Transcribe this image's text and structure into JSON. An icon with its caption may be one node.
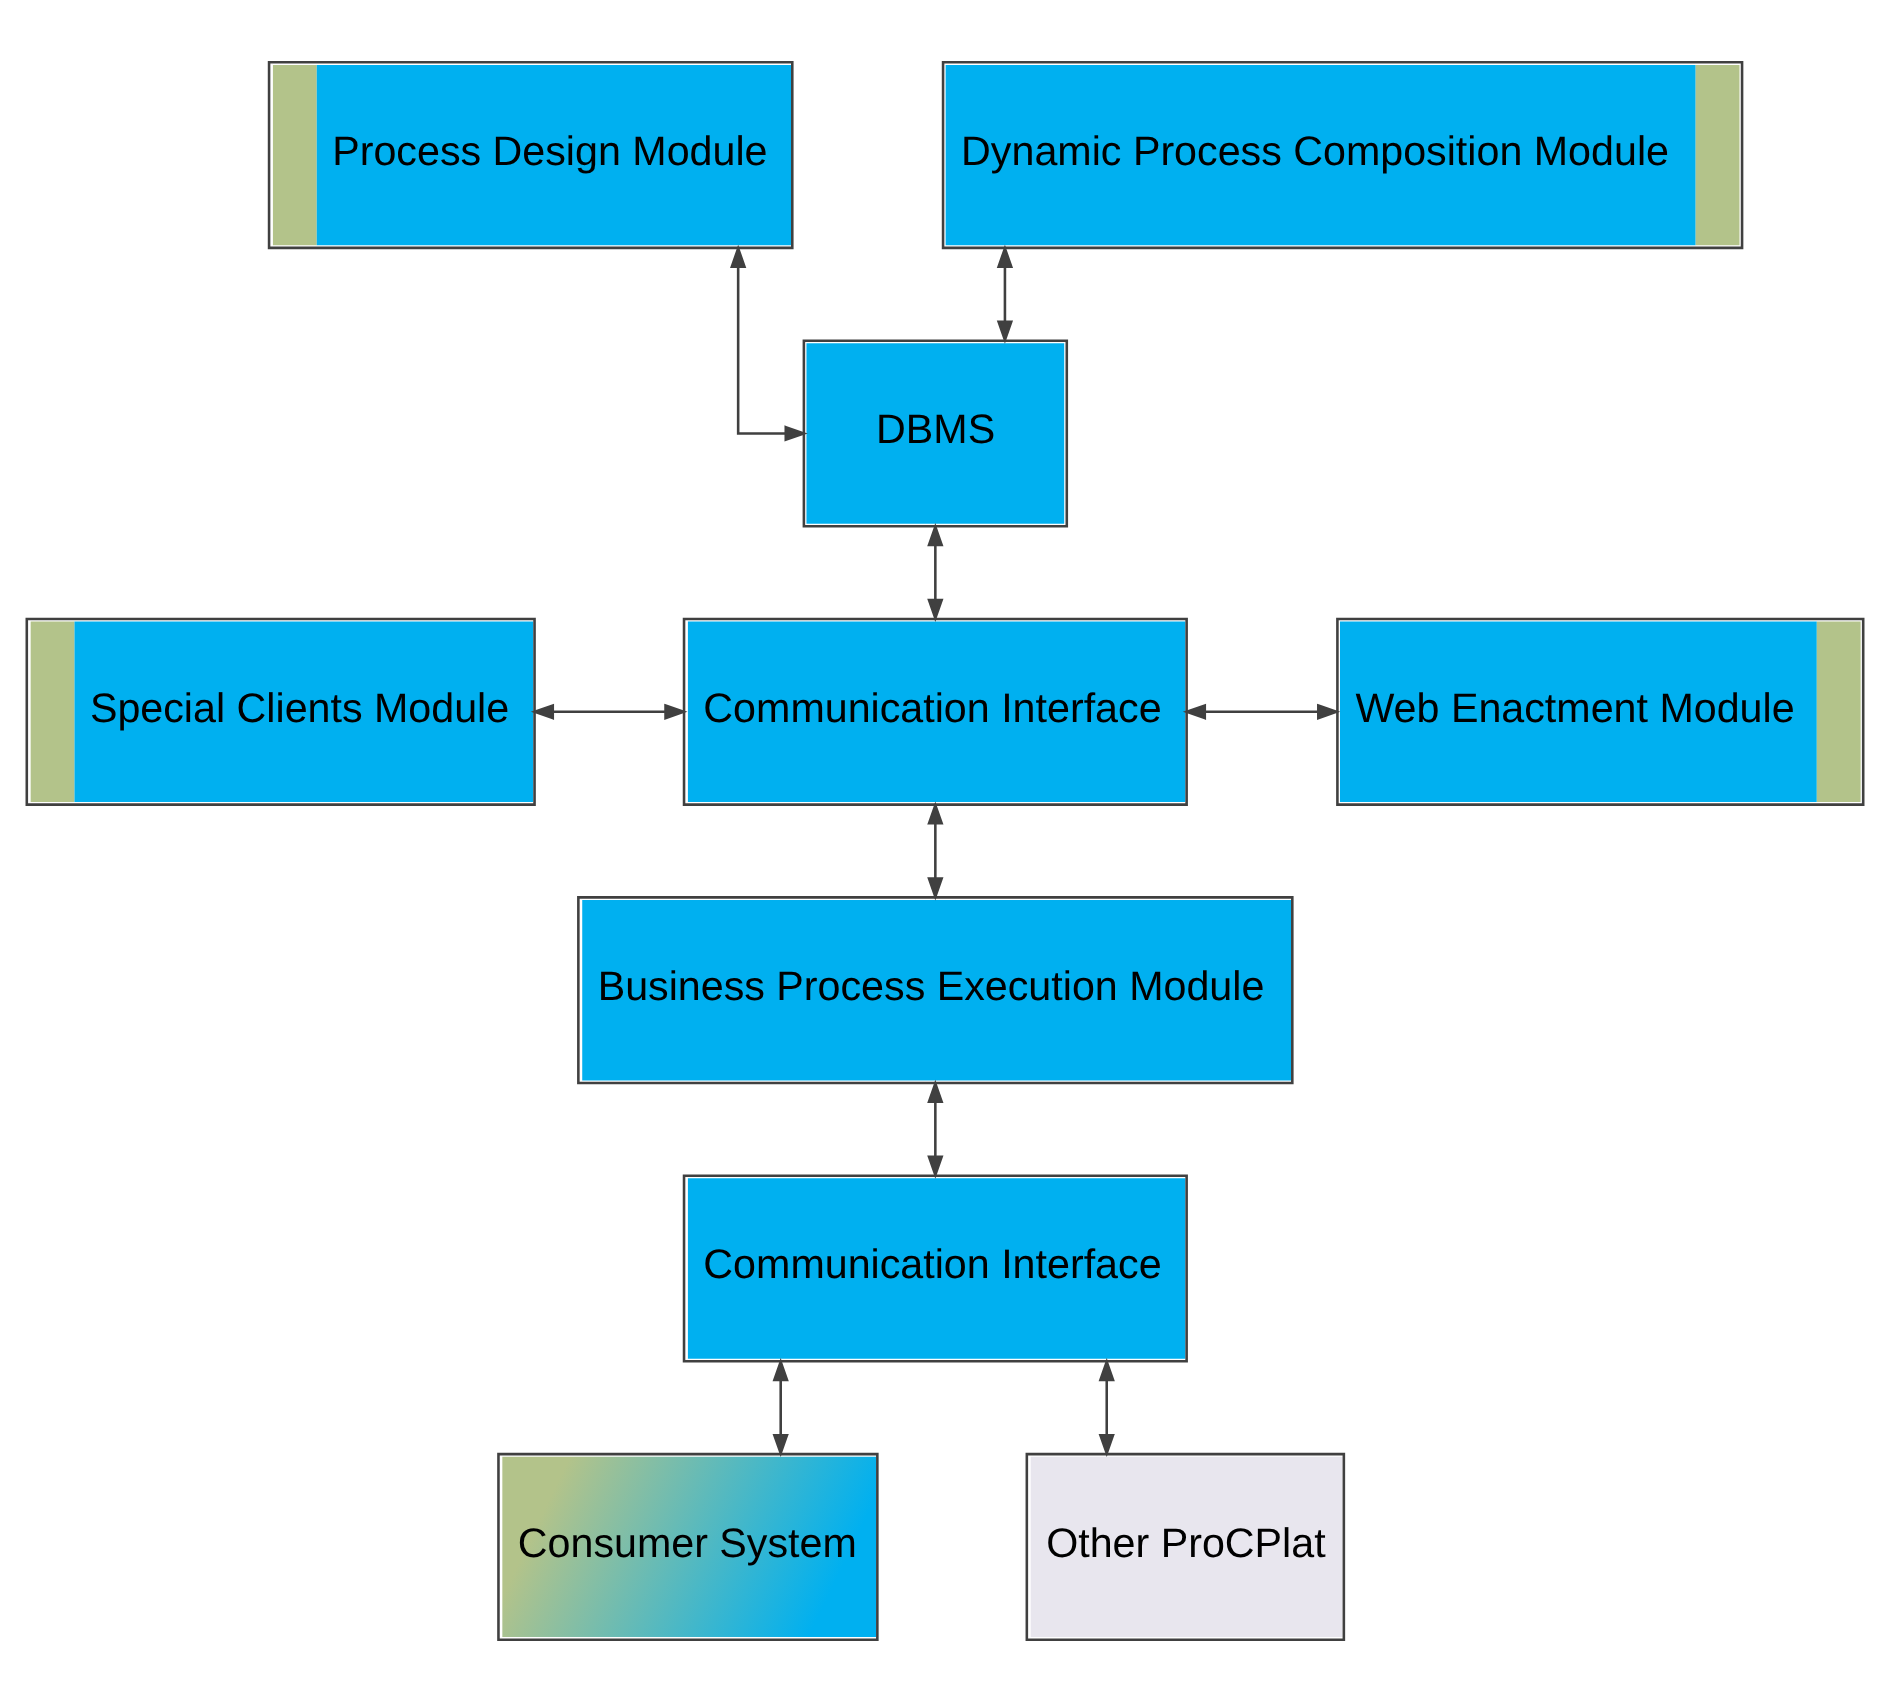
{
  "diagram": {
    "nodes": [
      {
        "text": [
          "Process Design Module"
        ]
      },
      {
        "text": [
          "Dynamic Process Composition Module"
        ]
      },
      {
        "text": [
          "DBMS"
        ]
      },
      {
        "text": [
          "Special Clients Module"
        ]
      },
      {
        "text": [
          "Communication Interface"
        ]
      },
      {
        "text": [
          "Web Enactment Module"
        ]
      },
      {
        "text": [
          "Business Process Execution Module"
        ]
      },
      {
        "text": [
          "Communication Interface"
        ]
      },
      {
        "text": [
          "Consumer System"
        ]
      },
      {
        "text": [
          "Other ProCPlat"
        ]
      }
    ],
    "edges": [
      {
        "from": 0,
        "to": 2,
        "arrow": "both"
      },
      {
        "from": 1,
        "to": 2,
        "arrow": "both"
      },
      {
        "from": 2,
        "to": 4,
        "arrow": "both"
      },
      {
        "from": 3,
        "to": 4,
        "arrow": "both"
      },
      {
        "from": 4,
        "to": 5,
        "arrow": "both"
      },
      {
        "from": 4,
        "to": 6,
        "arrow": "both"
      },
      {
        "from": 6,
        "to": 7,
        "arrow": "both"
      },
      {
        "from": 7,
        "to": 8,
        "arrow": "both"
      },
      {
        "from": 7,
        "to": 9,
        "arrow": "both"
      }
    ]
  }
}
